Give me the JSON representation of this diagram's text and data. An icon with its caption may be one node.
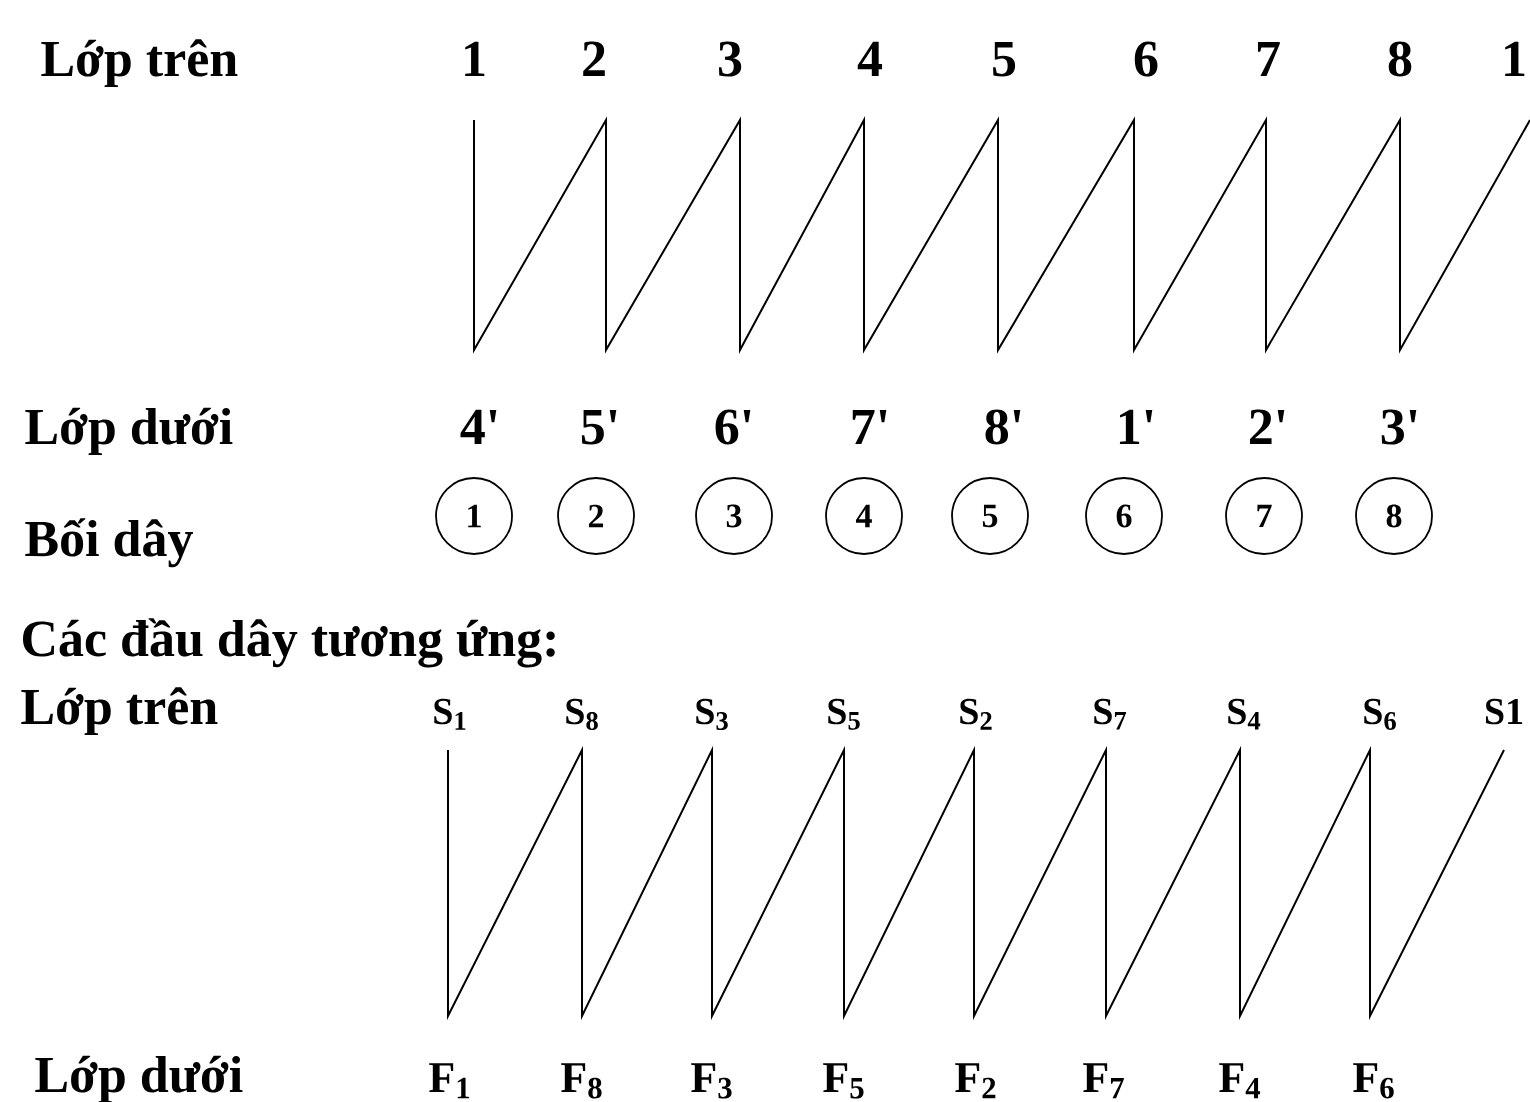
{
  "diagram": {
    "nodes": [
      {
        "text": [
          "1"
        ]
      },
      {
        "text": [
          "2"
        ]
      },
      {
        "text": [
          "3"
        ]
      },
      {
        "text": [
          "4"
        ]
      },
      {
        "text": [
          "5"
        ]
      },
      {
        "text": [
          "6"
        ]
      },
      {
        "text": [
          "7"
        ]
      },
      {
        "text": [
          "8"
        ]
      }
    ],
    "labels": [
      "Lớp trên",
      "1",
      "2",
      "3",
      "4",
      "5",
      "6",
      "7",
      "8",
      "1",
      "Lớp dưới",
      "4'",
      "5'",
      "6'",
      "7'",
      "8'",
      "1'",
      "2'",
      "3'",
      "Bối dây",
      "Các đầu dây tương ứng:",
      "Lớp trên",
      "S$_{1}$",
      "S$_{8}$",
      "S$_{3}$",
      "S$_{5}$",
      "S$_{2}$",
      "S$_{7}$",
      "S$_{4}$",
      "S$_{6}$",
      "S1",
      "Lớp dưới",
      "F$_{1}$",
      "F$_{8}$",
      "F$_{3}$",
      "F$_{5}$",
      "F$_{2}$",
      "F$_{7}$",
      "F$_{4}$",
      "F$_{6}$"
    ]
  }
}
